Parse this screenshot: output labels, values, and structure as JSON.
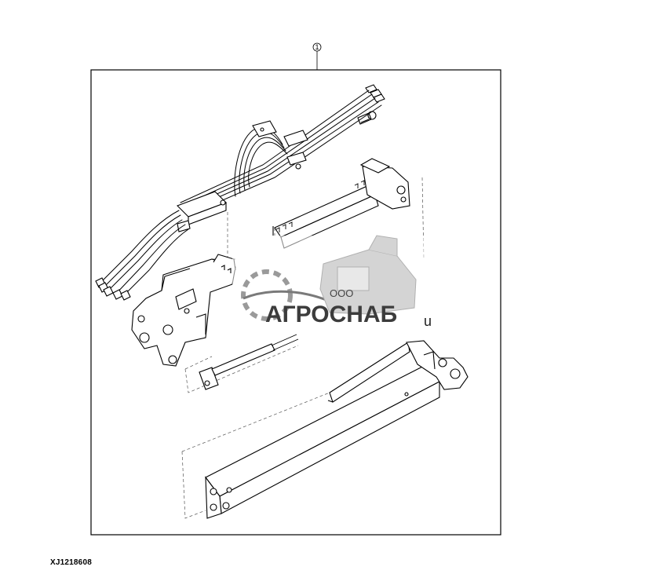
{
  "callout": {
    "number": "1"
  },
  "watermark": {
    "prefix": "ООО",
    "name": "АГРОСНАБ",
    "suffix": "u"
  },
  "figure_ref": "XJ1218608",
  "colors": {
    "line": "#000000",
    "watermark": "#b9b9b9",
    "watermark_dark": "#8a8a8a"
  }
}
